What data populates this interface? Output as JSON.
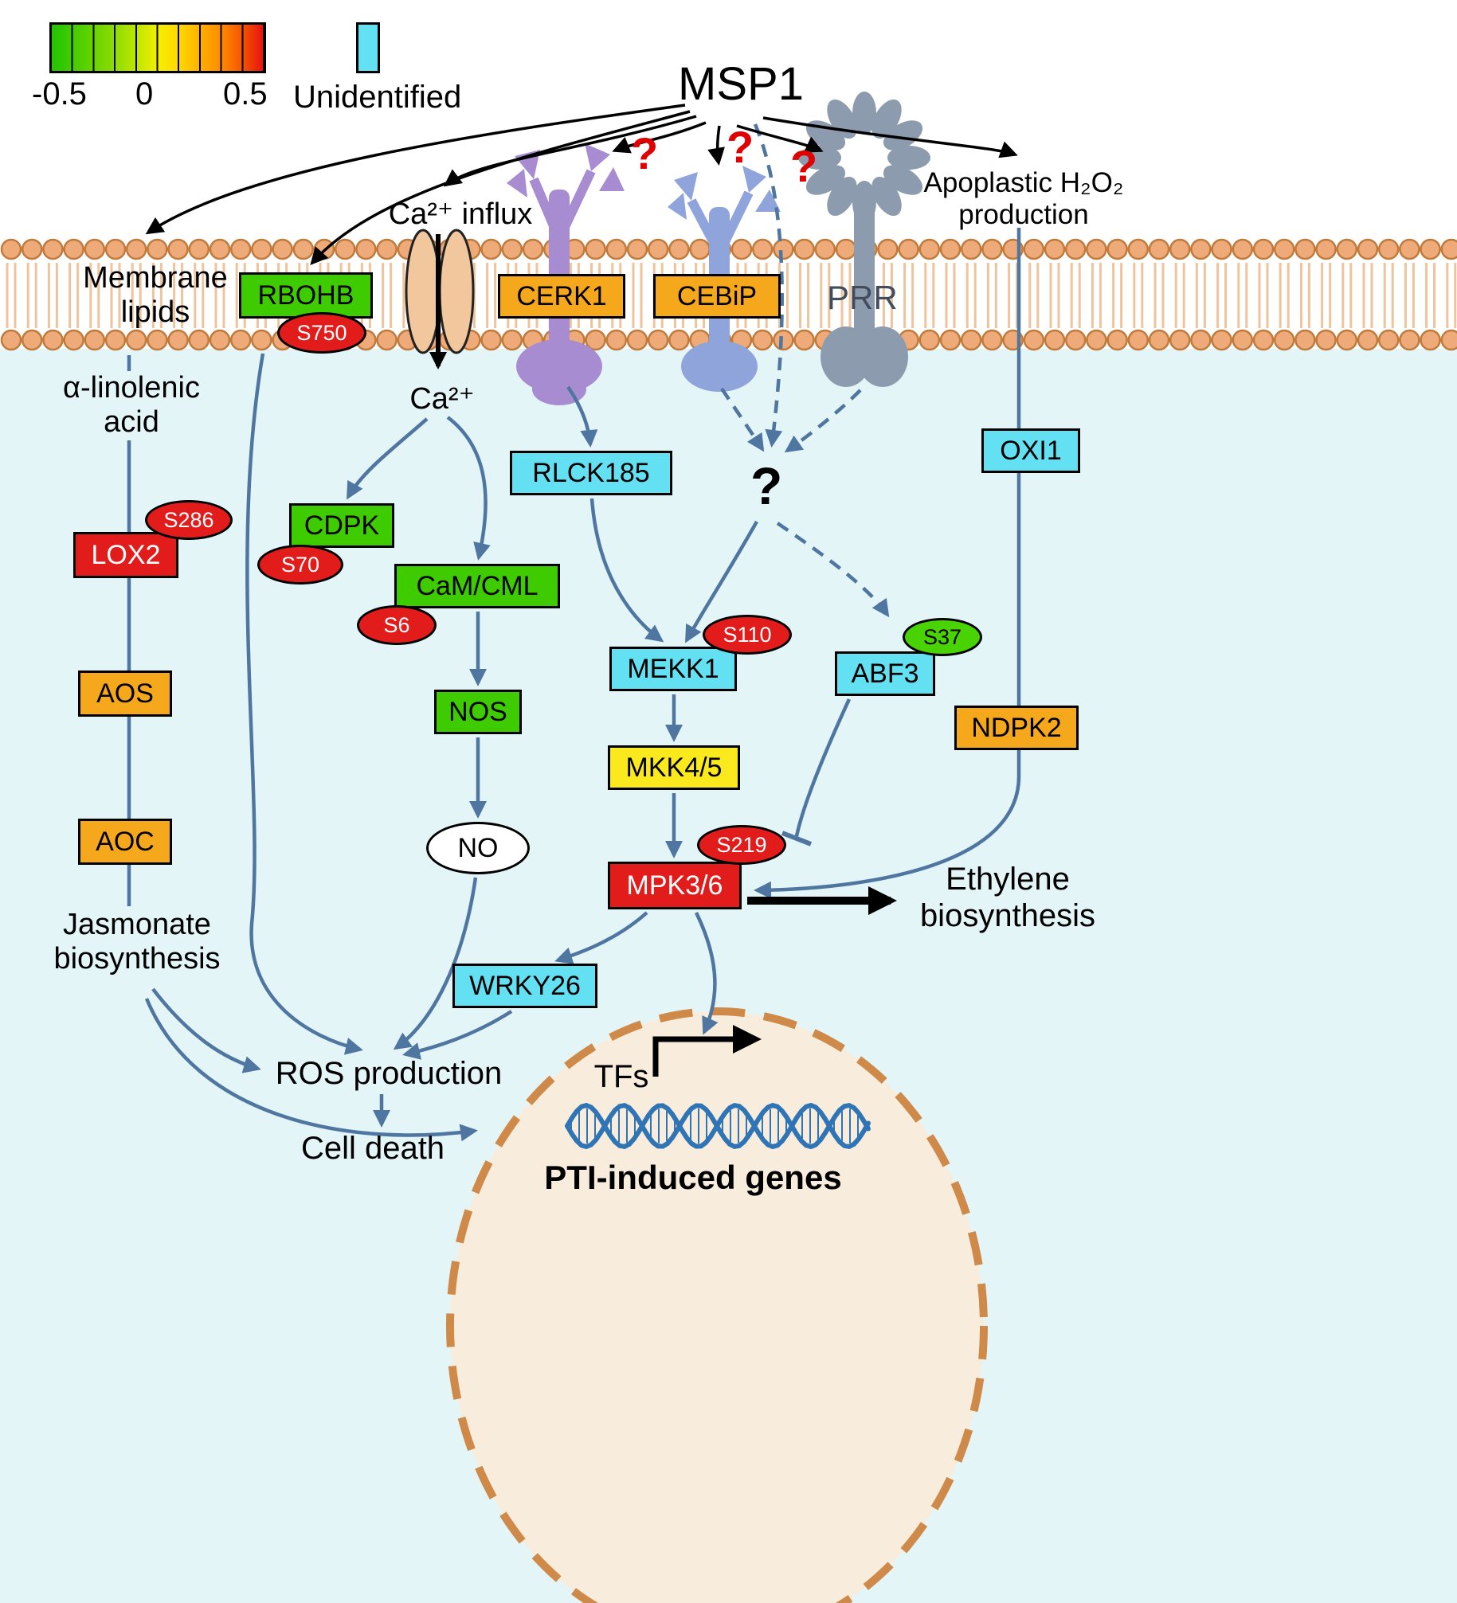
{
  "title": "MSP1",
  "legend": {
    "min": "-0.5",
    "mid": "0",
    "max": "0.5",
    "unidentified": "Unidentified"
  },
  "membrane": {
    "lipids": "Membrane lipids"
  },
  "receptors": {
    "cerk1": "CERK1",
    "cebip": "CEBiP",
    "prr": "PRR"
  },
  "nodes": {
    "rbohb": "RBOHB",
    "oxi1": "OXI1",
    "lox2": "LOX2",
    "aos": "AOS",
    "aoc": "AOC",
    "cdpk": "CDPK",
    "cam_cml": "CaM/CML",
    "nos": "NOS",
    "no": "NO",
    "rlck185": "RLCK185",
    "mekk1": "MEKK1",
    "mkk45": "MKK4/5",
    "mpk36": "MPK3/6",
    "abf3": "ABF3",
    "ndpk2": "NDPK2",
    "wrky26": "WRKY26"
  },
  "sites": {
    "s750": "S750",
    "s286": "S286",
    "s70": "S70",
    "s6": "S6",
    "s110": "S110",
    "s219": "S219",
    "s37": "S37"
  },
  "labels": {
    "ca_influx": "Ca²⁺ influx",
    "ca_ion": "Ca²⁺",
    "apoplastic": "Apoplastic H₂O₂ production",
    "alpha_linolenic": "α-linolenic acid",
    "jasmonate": "Jasmonate biosynthesis",
    "ethylene": "Ethylene biosynthesis",
    "ros": "ROS production",
    "cell_death": "Cell death",
    "tfs": "TFs",
    "pti_genes": "PTI-induced genes",
    "unknown_mark": "?"
  },
  "colors": {
    "upregulated_red": "#e21b1b",
    "green": "#3ecc00",
    "unidentified_cyan": "#63e1f2",
    "orange": "#f5a81c",
    "yellow": "#fae91c",
    "arrow_blue": "#4f76a1",
    "membrane_tan": "#eeab79",
    "nucleus_border": "#cf8a49"
  }
}
